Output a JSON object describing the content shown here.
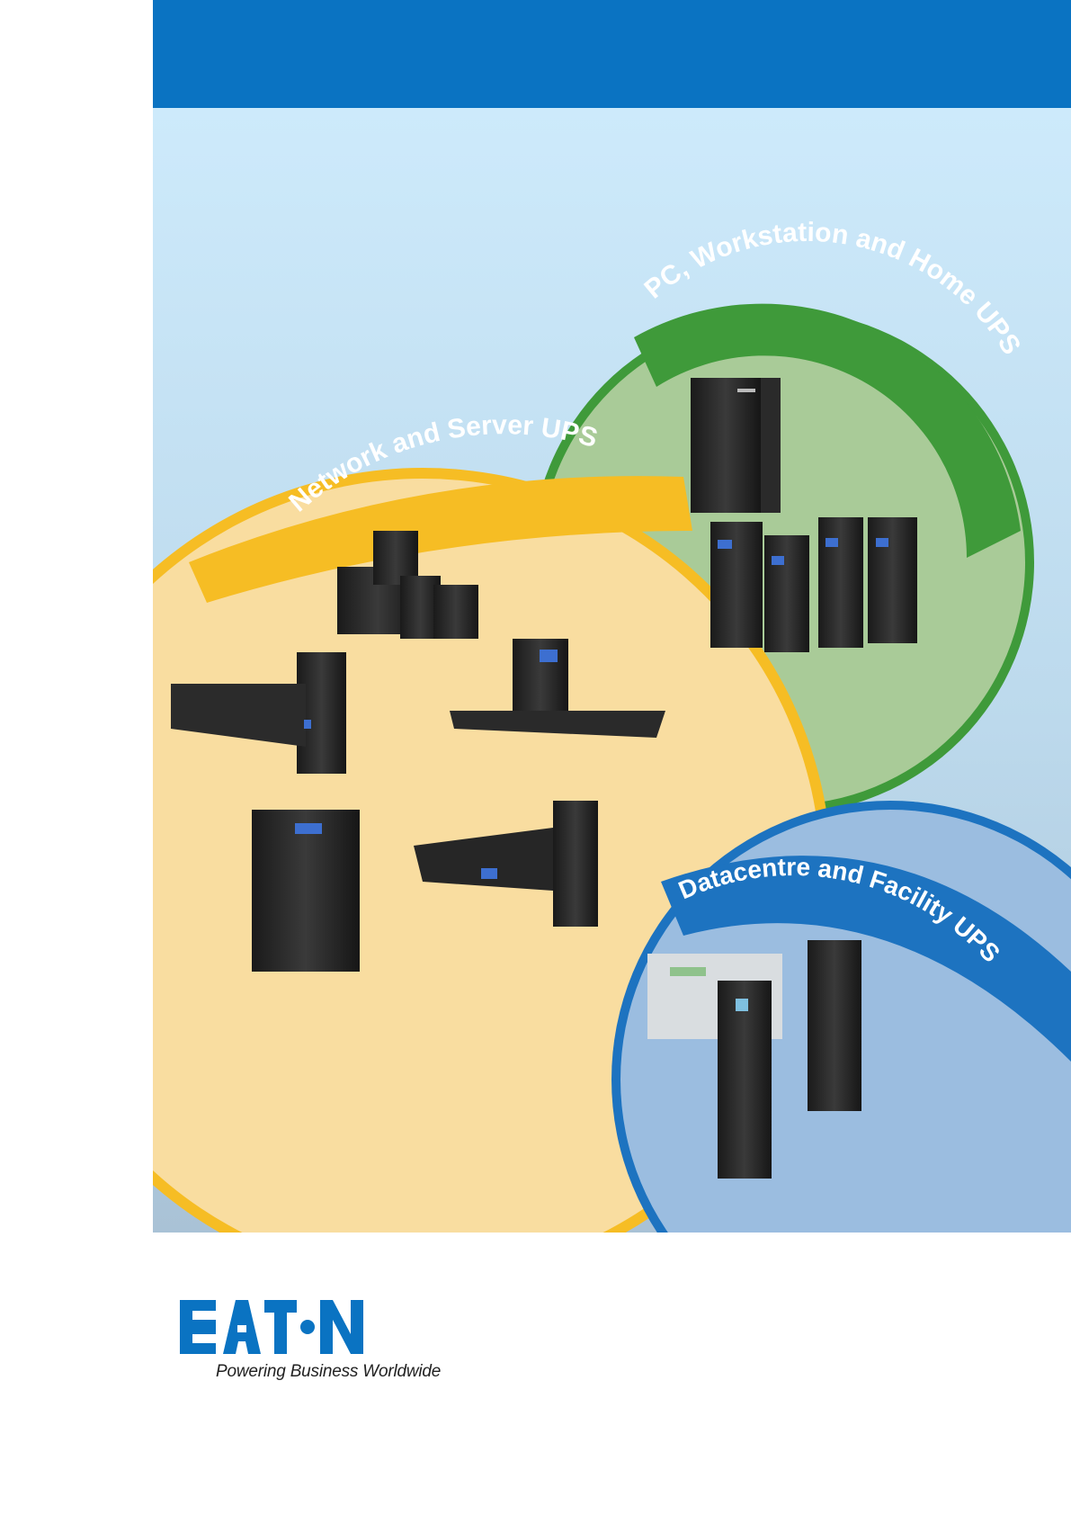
{
  "colors": {
    "brand_blue": "#0a73c2",
    "network_yellow": "#f6bd24",
    "network_fill": "#f9dda0",
    "pc_green": "#3f9a3a",
    "pc_fill": "#a9cb98",
    "datacentre_blue": "#1d73c0",
    "datacentre_fill": "#9bbde0"
  },
  "categories": {
    "pc": {
      "label": "PC, Workstation and Home UPS",
      "icon": "ups-tower-icon"
    },
    "network": {
      "label": "Network and Server UPS",
      "icon": "ups-rack-icon"
    },
    "datacentre": {
      "label": "Datacentre and Facility UPS",
      "icon": "ups-cabinet-icon"
    }
  },
  "brand": {
    "logo_text": "EATON",
    "tagline": "Powering Business Worldwide"
  }
}
